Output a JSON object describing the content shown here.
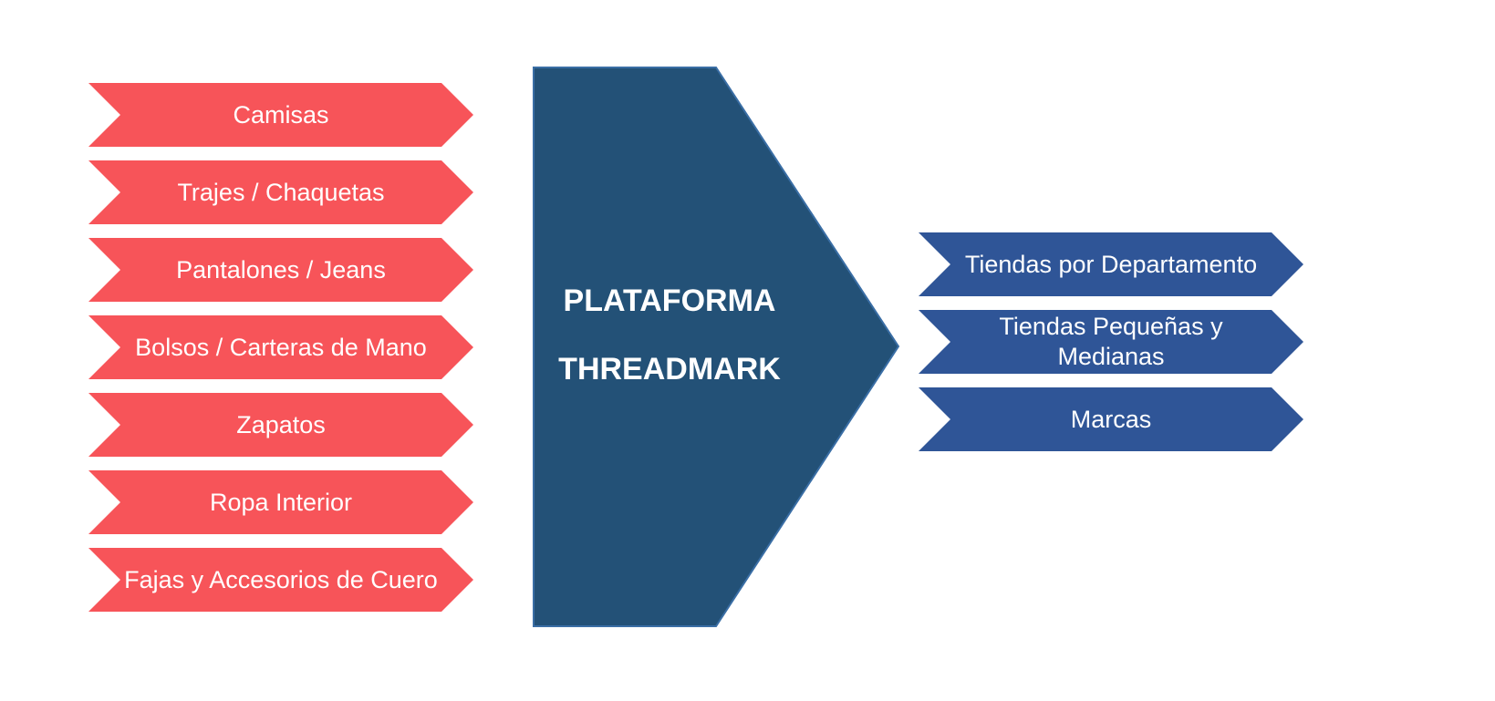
{
  "categories": [
    "Camisas",
    "Trajes / Chaquetas",
    "Pantalones / Jeans",
    "Bolsos / Carteras de Mano",
    "Zapatos",
    "Ropa Interior",
    "Fajas y Accesorios de Cuero"
  ],
  "platform": {
    "line1": "PLATAFORMA",
    "line2": "THREADMARK"
  },
  "channels": [
    "Tiendas por Departamento",
    "Tiendas Pequeñas y Medianas",
    "Marcas"
  ],
  "colors": {
    "category_fill": "#f75459",
    "platform_fill": "#235177",
    "platform_stroke": "#3a6ea5",
    "channel_fill": "#2f5597",
    "text": "#ffffff"
  }
}
